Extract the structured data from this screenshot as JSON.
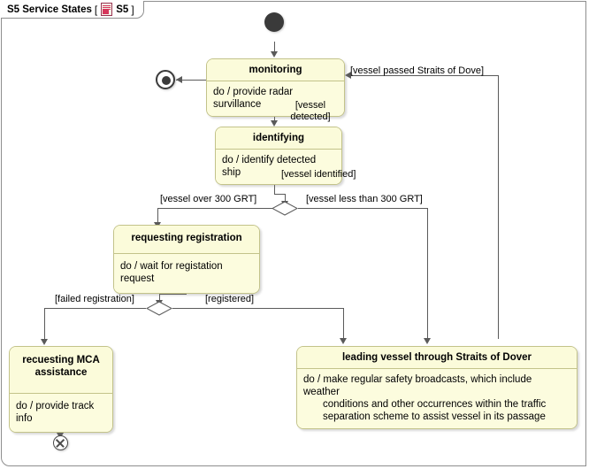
{
  "diagram": {
    "title": "S5 Service States",
    "bracket_open": "[",
    "bracket_close": "]",
    "package_label": "S5",
    "icon": "document-icon",
    "type": "uml-state-machine"
  },
  "colors": {
    "state_fill": "#fbfbdc",
    "state_border": "#c3c38a",
    "connector": "#5a5a5a",
    "frame_border": "#8e8e8e",
    "node_fill": "#3a3a3a",
    "canvas": "#ffffff"
  },
  "nodes": {
    "initial": {
      "name": "initial-state",
      "kind": "initial"
    },
    "final": {
      "name": "final-state",
      "kind": "final"
    },
    "terminate": {
      "name": "terminate-node",
      "kind": "terminate"
    },
    "decision1": {
      "name": "decision-grt",
      "kind": "decision"
    },
    "decision2": {
      "name": "decision-registration",
      "kind": "decision"
    }
  },
  "states": [
    {
      "id": "monitoring",
      "name": "monitoring",
      "activity": "do / provide radar survillance"
    },
    {
      "id": "identifying",
      "name": "identifying",
      "activity": "do / identify detected ship"
    },
    {
      "id": "requesting_registration",
      "name": "requesting registration",
      "activity": "do / wait for registation request"
    },
    {
      "id": "requesting_mca",
      "name_line1": "recuesting MCA",
      "name_line2": "assistance",
      "activity": "do / provide track info"
    },
    {
      "id": "leading_vessel",
      "name": "leading vessel through Straits of Dover",
      "activity_line1": "do / make regular safety broadcasts, which include weather",
      "activity_line2": "conditions and other occurrences within the traffic",
      "activity_line3": "separation scheme to assist vessel in its passage"
    }
  ],
  "transitions": [
    {
      "id": "t1",
      "from": "initial",
      "to": "monitoring",
      "guard": ""
    },
    {
      "id": "t2",
      "from": "monitoring",
      "to": "identifying",
      "guard_line1": "[vessel",
      "guard_line2": "detected]"
    },
    {
      "id": "t3",
      "from": "identifying",
      "to": "decision-grt",
      "guard": "[vessel identified]"
    },
    {
      "id": "t4",
      "from": "decision-grt",
      "to": "requesting registration",
      "guard": "[vessel over 300 GRT]"
    },
    {
      "id": "t5",
      "from": "decision-grt",
      "to": "leading vessel",
      "guard": "[vessel less than 300 GRT]"
    },
    {
      "id": "t6",
      "from": "requesting registration",
      "to": "decision-registration",
      "guard": ""
    },
    {
      "id": "t7",
      "from": "decision-registration",
      "to": "recuesting MCA assistance",
      "guard": "[failed registration]"
    },
    {
      "id": "t8",
      "from": "decision-registration",
      "to": "leading vessel",
      "guard": "[registered]"
    },
    {
      "id": "t9",
      "from": "leading vessel",
      "to": "monitoring",
      "guard": "[vessel passed Straits of Dove]"
    },
    {
      "id": "t10",
      "from": "monitoring",
      "to": "final",
      "guard": ""
    },
    {
      "id": "t11",
      "from": "recuesting MCA assistance",
      "to": "terminate",
      "guard": ""
    }
  ]
}
